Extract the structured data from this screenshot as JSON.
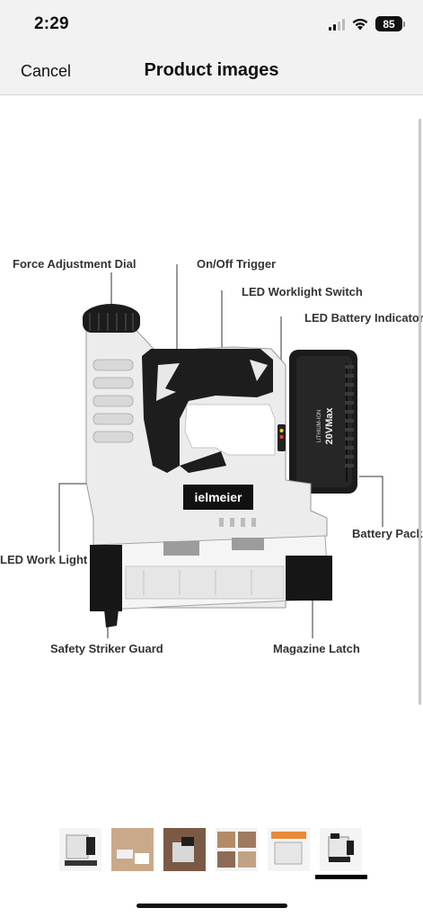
{
  "status_bar": {
    "time": "2:29",
    "battery_level": "85"
  },
  "nav": {
    "cancel_label": "Cancel",
    "title": "Product images"
  },
  "product": {
    "brand": "ielmeier",
    "battery_rating": "20VMax",
    "battery_chem": "LITHIUM-ION",
    "callouts": {
      "force_dial": "Force Adjustment Dial",
      "trigger": "On/Off Trigger",
      "worklight_switch": "LED Worklight Switch",
      "battery_indicator": "LED Battery Indicator",
      "battery_pack": "Battery Pack",
      "work_light": "LED Work Light",
      "striker_guard": "Safety Striker Guard",
      "magazine_latch": "Magazine Latch"
    }
  },
  "thumbnails": {
    "count": 6,
    "selected_index": 5
  }
}
